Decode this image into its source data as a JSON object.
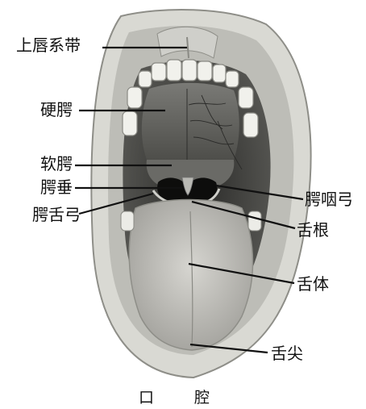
{
  "labels": {
    "upper_lip_frenulum": "上唇系带",
    "hard_palate": "硬腭",
    "soft_palate": "软腭",
    "uvula": "腭垂",
    "palatoglossal_arch": "腭舌弓",
    "palatopharyngeal_arch": "腭咽弓",
    "tongue_root": "舌根",
    "tongue_body": "舌体",
    "tongue_tip": "舌尖"
  },
  "caption": "口 腔",
  "colors": {
    "lip": "#dcdcd6",
    "cavity": "#3c3c38",
    "tongue": "#c9c8c3",
    "palate": "#8a8a86",
    "teeth": "#f2f2ee",
    "leader_line": "#111111"
  }
}
